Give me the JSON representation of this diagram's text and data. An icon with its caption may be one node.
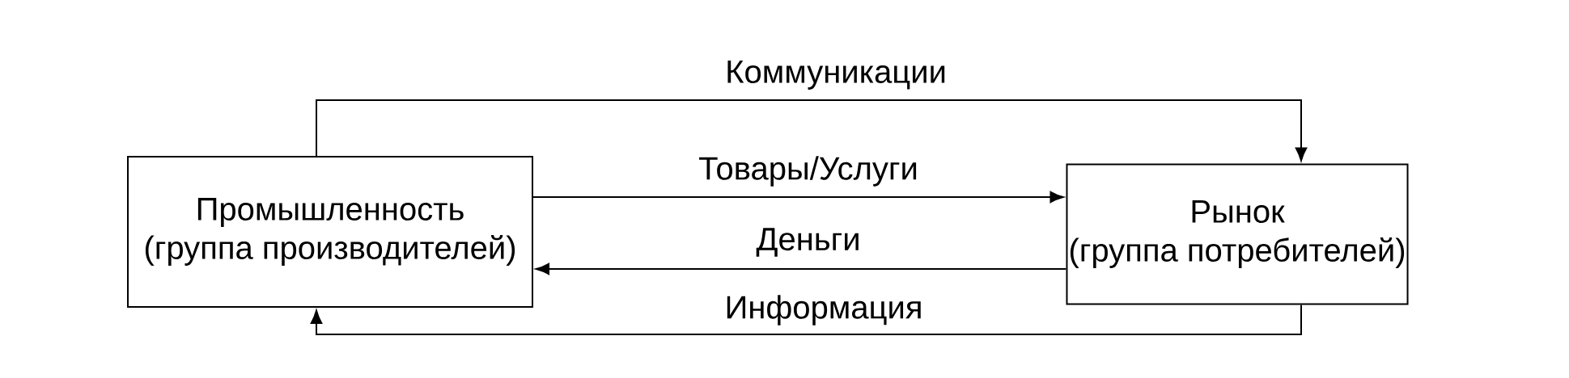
{
  "diagram": {
    "nodes": [
      {
        "text": [
          "Промышленность",
          "(группа производителей)"
        ]
      },
      {
        "text": [
          "Рынок",
          "(группа потребителей)"
        ]
      }
    ],
    "edges": [
      {
        "from": 0,
        "to": 1,
        "arrow": "to",
        "label": "Коммуникации"
      },
      {
        "from": 0,
        "to": 1,
        "arrow": "to",
        "label": "Товары/Услуги"
      },
      {
        "from": 1,
        "to": 0,
        "arrow": "to",
        "label": "Деньги"
      },
      {
        "from": 1,
        "to": 0,
        "arrow": "to",
        "label": "Информация"
      }
    ]
  }
}
